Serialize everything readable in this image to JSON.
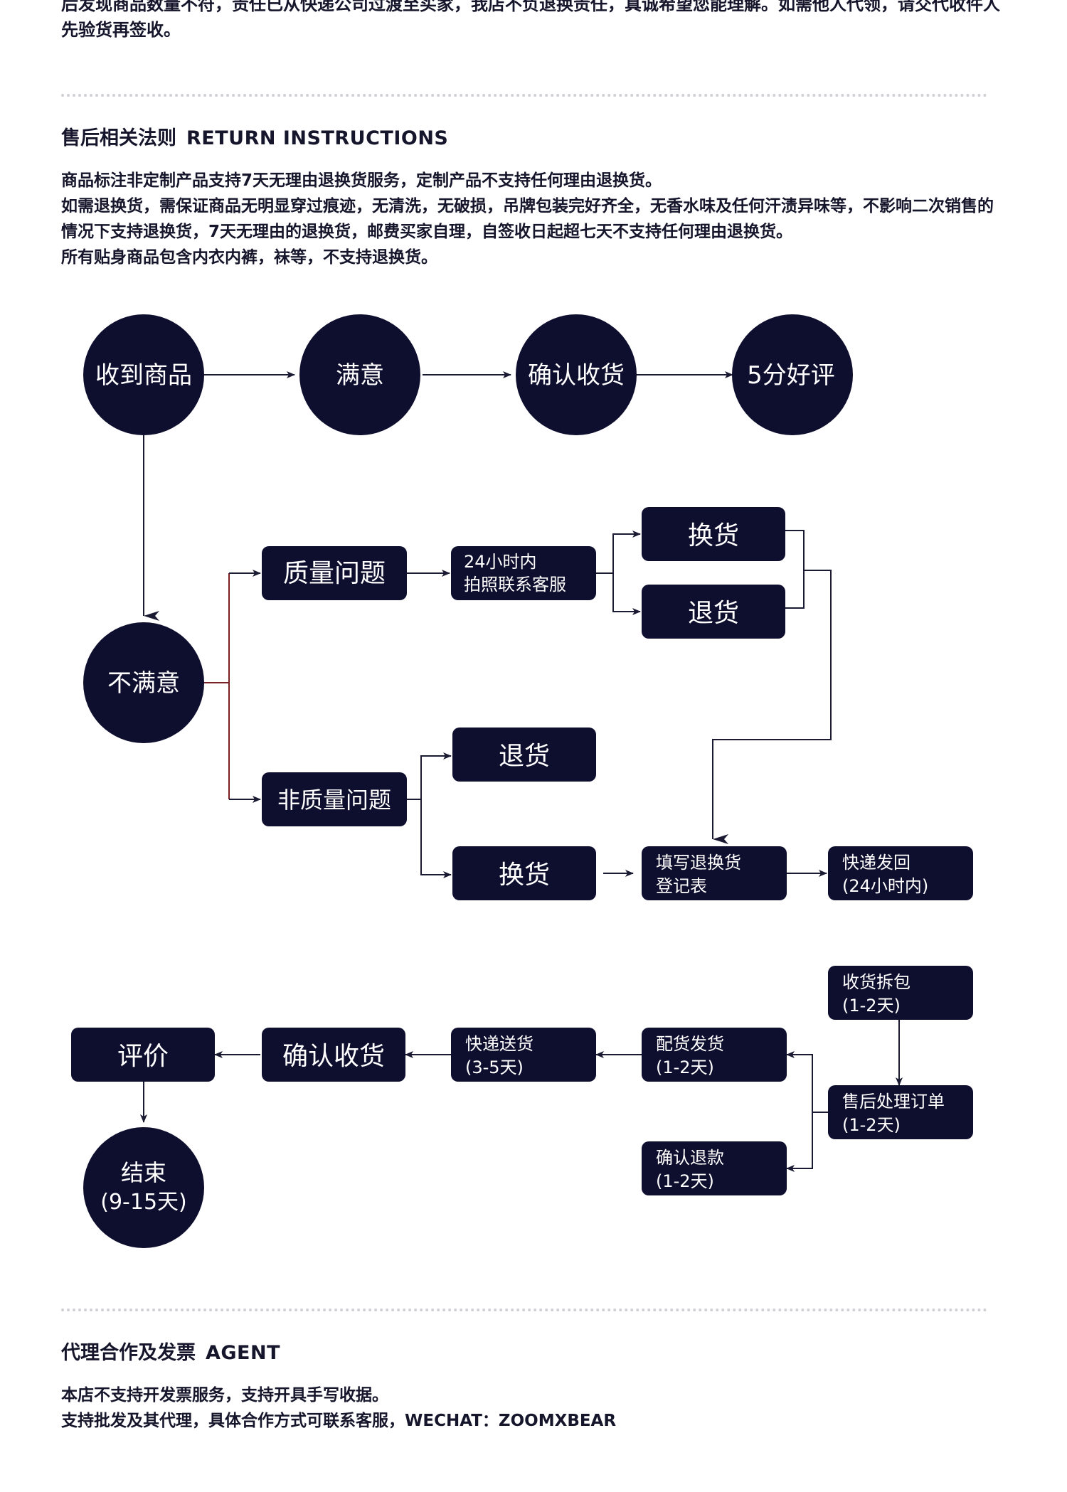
{
  "intro_text": "后发现商品数量不符，责任已从快递公司过渡至买家，我店不负退换责任，真诚希望您能理解。如需他人代领，请交代收件人先验货再签收。",
  "return_section": {
    "title_cn": "售后相关法则",
    "title_en": "RETURN INSTRUCTIONS",
    "lines": [
      "商品标注非定制产品支持7天无理由退换货服务，定制产品不支持任何理由退换货。",
      "如需退换货，需保证商品无明显穿过痕迹，无清洗，无破损，吊牌包装完好齐全，无香水味及任何汗渍异味等，不影响二次销售的情况下支持退换货，7天无理由的退换货，邮费买家自理，自签收日起超七天不支持任何理由退换货。",
      "所有贴身商品包含内衣内裤，袜等，不支持退换货。"
    ]
  },
  "flowchart": {
    "node_color": "#0e0e2e",
    "arrow_color": "#1a1a33",
    "branch_color": "#7a2020",
    "receive": "收到商品",
    "satisfied": "满意",
    "confirm_receipt": "确认收货",
    "five_star": "5分好评",
    "unsatisfied": "不满意",
    "quality_issue": "质量问题",
    "photo_contact_1": "24小时内",
    "photo_contact_2": "拍照联系客服",
    "exchange": "换货",
    "return": "退货",
    "non_quality_issue": "非质量问题",
    "nq_return": "退货",
    "nq_exchange": "换货",
    "fill_form_1": "填写退换货",
    "fill_form_2": "登记表",
    "ship_back_1": "快递发回",
    "ship_back_2": "(24小时内)",
    "receive_unpack_1": "收货拆包",
    "receive_unpack_2": "(1-2天)",
    "after_sales_1": "售后处理订单",
    "after_sales_2": "(1-2天)",
    "dispatch_1": "配货发货",
    "dispatch_2": "(1-2天)",
    "refund_1": "确认退款",
    "refund_2": "(1-2天)",
    "courier_1": "快递送货",
    "courier_2": "(3-5天)",
    "confirm_receipt_2": "确认收货",
    "review": "评价",
    "end_1": "结束",
    "end_2": "(9-15天)"
  },
  "agent_section": {
    "title_cn": "代理合作及发票",
    "title_en": "AGENT",
    "lines": [
      "本店不支持开发票服务，支持开具手写收据。",
      "支持批发及其代理，具体合作方式可联系客服，WECHAT：ZOOMXBEAR"
    ]
  }
}
